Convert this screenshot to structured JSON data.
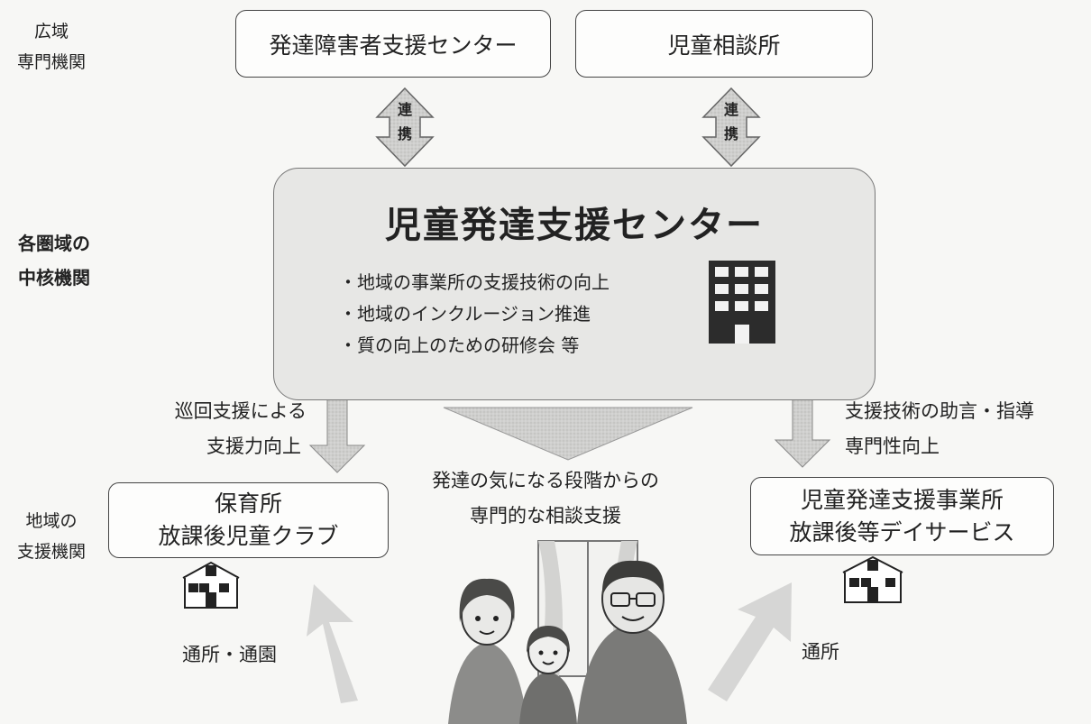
{
  "left_labels": {
    "wide_area": [
      "広域",
      "専門機関"
    ],
    "core": [
      "各圏域の",
      "中核機関"
    ],
    "local": [
      "地域の",
      "支援機関"
    ]
  },
  "top_boxes": {
    "developmental_support_center": "発達障害者支援センター",
    "child_guidance_center": "児童相談所"
  },
  "cooperation_arrows": {
    "left": [
      "連",
      "携"
    ],
    "right": [
      "連",
      "携"
    ]
  },
  "center": {
    "title": "児童発達支援センター",
    "bullets": [
      "・地域の事業所の支援技術の向上",
      "・地域のインクルージョン推進",
      "・質の向上のための研修会  等"
    ]
  },
  "annotations": {
    "left": [
      "巡回支援による",
      "支援力向上"
    ],
    "right": [
      "支援技術の助言・指導",
      "専門性向上"
    ],
    "middle": [
      "発達の気になる段階からの",
      "専門的な相談支援"
    ]
  },
  "bottom_boxes": {
    "left": [
      "保育所",
      "放課後児童クラブ"
    ],
    "right": [
      "児童発達支援事業所",
      "放課後等デイサービス"
    ]
  },
  "bottom_labels": {
    "left": "通所・通園",
    "right": "通所"
  }
}
